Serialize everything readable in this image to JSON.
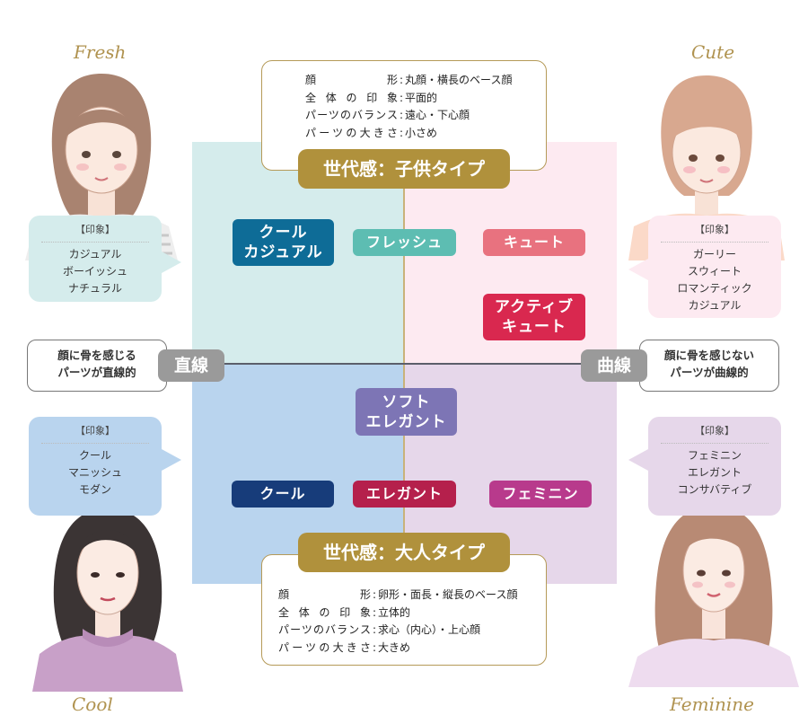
{
  "corners": {
    "top_left": "Fresh",
    "top_right": "Cute",
    "bottom_left": "Cool",
    "bottom_right": "Feminine"
  },
  "top_info": {
    "rows": [
      {
        "key": "顔形",
        "sep": ":",
        "value": "丸顔・横長のベース顔"
      },
      {
        "key": "全体の印象",
        "sep": ":",
        "value": "平面的"
      },
      {
        "key": "パーツのバランス",
        "sep": ":",
        "value": "遠心・下心顔"
      },
      {
        "key": "パーツの大きさ",
        "sep": ":",
        "value": "小さめ"
      }
    ],
    "label": "世代感：子供タイプ"
  },
  "bottom_info": {
    "rows": [
      {
        "key": "顔形",
        "sep": ":",
        "value": "卵形・面長・縦長のベース顔"
      },
      {
        "key": "全体の印象",
        "sep": ":",
        "value": "立体的"
      },
      {
        "key": "パーツのバランス",
        "sep": ":",
        "value": "求心（内心）・上心顔"
      },
      {
        "key": "パーツの大きさ",
        "sep": ":",
        "value": "大きめ"
      }
    ],
    "label": "世代感：大人タイプ"
  },
  "styles": {
    "cool_casual": {
      "line1": "クール",
      "line2": "カジュアル",
      "color": "#0e6c97"
    },
    "fresh": {
      "label": "フレッシュ",
      "color": "#5dbdb2"
    },
    "cute": {
      "label": "キュート",
      "color": "#e8727f"
    },
    "active_cute": {
      "line1": "アクティブ",
      "line2": "キュート",
      "color": "#d9284f"
    },
    "soft_elegant": {
      "line1": "ソフト",
      "line2": "エレガント",
      "color": "#7d75b5"
    },
    "cool": {
      "label": "クール",
      "color": "#173c7a"
    },
    "elegant": {
      "label": "エレガント",
      "color": "#b5204c"
    },
    "feminine": {
      "label": "フェミニン",
      "color": "#b83a8c"
    }
  },
  "axes": {
    "left_tag": "直線",
    "right_tag": "曲線",
    "left_desc": [
      "顔に骨を感じる",
      "パーツが直線的"
    ],
    "right_desc": [
      "顔に骨を感じない",
      "パーツが曲線的"
    ]
  },
  "impressions": {
    "fresh": {
      "heading": "【印象】",
      "items": [
        "カジュアル",
        "ボーイッシュ",
        "ナチュラル"
      ]
    },
    "cute": {
      "heading": "【印象】",
      "items": [
        "ガーリー",
        "スウィート",
        "ロマンティック",
        "カジュアル"
      ]
    },
    "cool": {
      "heading": "【印象】",
      "items": [
        "クール",
        "マニッシュ",
        "モダン"
      ]
    },
    "feminine": {
      "heading": "【印象】",
      "items": [
        "フェミニン",
        "エレガント",
        "コンサバティブ"
      ]
    }
  },
  "colors": {
    "gold": "#b0913c",
    "q_top_left": "#d5ecec",
    "q_top_right": "#fdeaf1",
    "q_bottom_left": "#b9d4ee",
    "q_bottom_right": "#e6d7ea",
    "axis_tag": "#9a9a9a"
  }
}
